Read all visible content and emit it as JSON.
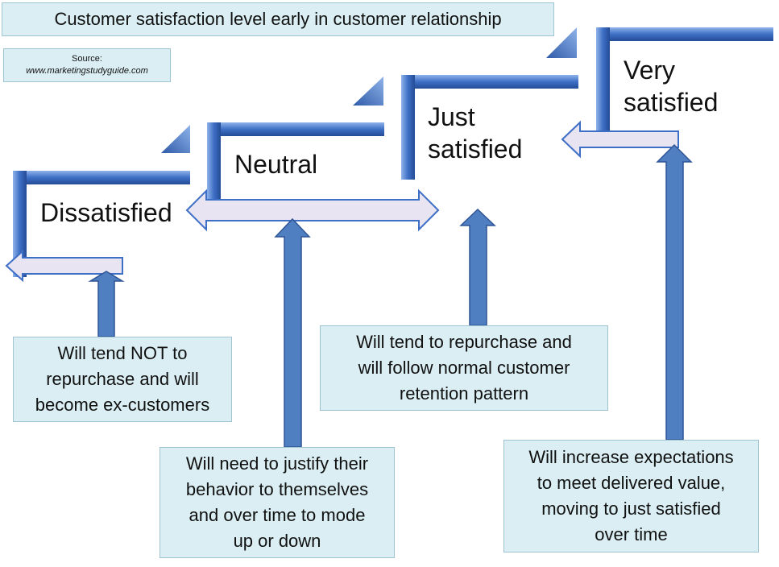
{
  "title": "Customer satisfaction level early in customer relationship",
  "source": {
    "label": "Source:",
    "url": "www.marketingstudyguide.com"
  },
  "levels": [
    {
      "label_line1": "Dissatisfied",
      "label_line2": ""
    },
    {
      "label_line1": "Neutral",
      "label_line2": ""
    },
    {
      "label_line1": "Just",
      "label_line2": "satisfied"
    },
    {
      "label_line1": "Very",
      "label_line2": "satisfied"
    }
  ],
  "notes": [
    {
      "lines": [
        "Will tend NOT to",
        "repurchase and will",
        "become ex-customers"
      ]
    },
    {
      "lines": [
        "Will tend to repurchase and",
        "will follow normal customer",
        "retention pattern"
      ]
    },
    {
      "lines": [
        "Will need to justify their",
        "behavior to themselves",
        "and over time to mode",
        "up or down"
      ]
    },
    {
      "lines": [
        "Will increase expectations",
        "to meet delivered value,",
        "moving to just satisfied",
        "over time"
      ]
    }
  ],
  "colors": {
    "step_blue": "#4472c4",
    "arrow_fill": "#4f7fc0",
    "light_arrow": "#e8e4f2",
    "box_fill": "#daeef3"
  }
}
